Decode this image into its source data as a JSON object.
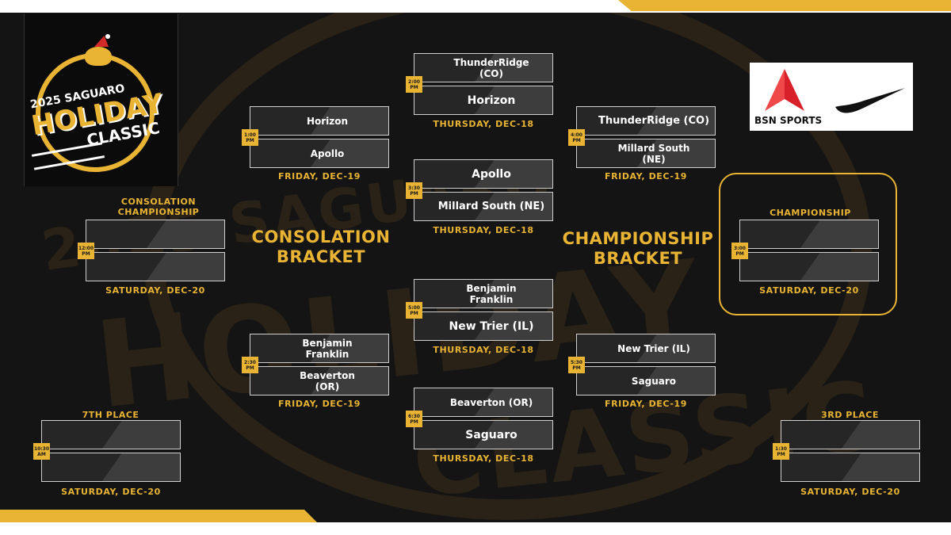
{
  "colors": {
    "accent": "#e9b434",
    "background": "#141414",
    "slot": "#262626"
  },
  "logo": {
    "year_line": "2025 SAGUARO",
    "word1": "HOLIDAY",
    "word2": "CLASSIC",
    "icon": "tiger-santa-hat-icon"
  },
  "background_watermark": {
    "line1": "2025 SAGUARO",
    "line2": "HOLIDAY",
    "line3": "CLASSIC"
  },
  "sponsors": {
    "bsn": "BSN SPORTS",
    "nike_icon": "nike-swoosh-icon",
    "bsn_icon": "bsn-triangle-icon"
  },
  "headings": {
    "consolation_line1": "CONSOLATION",
    "consolation_line2": "BRACKET",
    "championship_line1": "CHAMPIONSHIP",
    "championship_line2": "BRACKET",
    "consolation_championship": "CONSOLATION\nCHAMPIONSHIP",
    "championship": "CHAMPIONSHIP",
    "seventh_place": "7TH PLACE",
    "third_place": "3RD PLACE"
  },
  "first_round": [
    {
      "time": "2:00\nPM",
      "team1": "ThunderRidge\n(CO)",
      "team2": "Horizon",
      "day": "THURSDAY, DEC-18"
    },
    {
      "time": "3:30\nPM",
      "team1": "Apollo",
      "team2": "Millard South (NE)",
      "day": "THURSDAY, DEC-18"
    },
    {
      "time": "5:00\nPM",
      "team1": "Benjamin\nFranklin",
      "team2": "New Trier (IL)",
      "day": "THURSDAY, DEC-18"
    },
    {
      "time": "6:30\nPM",
      "team1": "Beaverton (OR)",
      "team2": "Saguaro",
      "day": "THURSDAY, DEC-18"
    }
  ],
  "consolation_semis": [
    {
      "time": "1:00\nPM",
      "team1": "Horizon",
      "team2": "Apollo",
      "day": "FRIDAY, DEC-19"
    },
    {
      "time": "2:30\nPM",
      "team1": "Benjamin\nFranklin",
      "team2": "Beaverton\n(OR)",
      "day": "FRIDAY, DEC-19"
    }
  ],
  "championship_semis": [
    {
      "time": "4:00\nPM",
      "team1": "ThunderRidge (CO)",
      "team2": "Millard South\n(NE)",
      "day": "FRIDAY, DEC-19"
    },
    {
      "time": "5:30\nPM",
      "team1": "New Trier (IL)",
      "team2": "Saguaro",
      "day": "FRIDAY, DEC-19"
    }
  ],
  "finals": {
    "consolation_championship": {
      "time": "12:00\nPM",
      "day": "SATURDAY, DEC-20"
    },
    "championship": {
      "time": "3:00\nPM",
      "day": "SATURDAY, DEC-20"
    },
    "seventh_place": {
      "time": "10:30\nAM",
      "day": "SATURDAY, DEC-20"
    },
    "third_place": {
      "time": "1:30\nPM",
      "day": "SATURDAY, DEC-20"
    }
  }
}
